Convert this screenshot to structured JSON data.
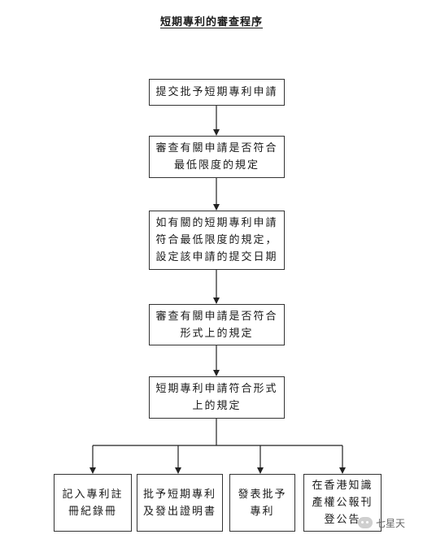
{
  "diagram": {
    "title": "短期專利的審查程序",
    "steps": [
      {
        "lines": [
          "提交批予短期專利申請"
        ]
      },
      {
        "lines": [
          "審查有關申請是否符合",
          "最低限度的規定"
        ]
      },
      {
        "lines": [
          "如有關的短期專利申請",
          "符合最低限度的規定，",
          "設定該申請的提交日期"
        ]
      },
      {
        "lines": [
          "審查有關申請是否符合",
          "形式上的規定"
        ]
      },
      {
        "lines": [
          "短期專利申請符合形式",
          "上的規定"
        ]
      }
    ],
    "outcomes": [
      {
        "lines": [
          "記入專利註",
          "冊紀錄冊"
        ]
      },
      {
        "lines": [
          "批予短期專利",
          "及發出證明書"
        ]
      },
      {
        "lines": [
          "發表批予",
          "專利"
        ]
      },
      {
        "lines": [
          "在香港知識",
          "產權公報刊",
          "登公告"
        ]
      }
    ]
  },
  "watermark": {
    "text": "七星天"
  }
}
